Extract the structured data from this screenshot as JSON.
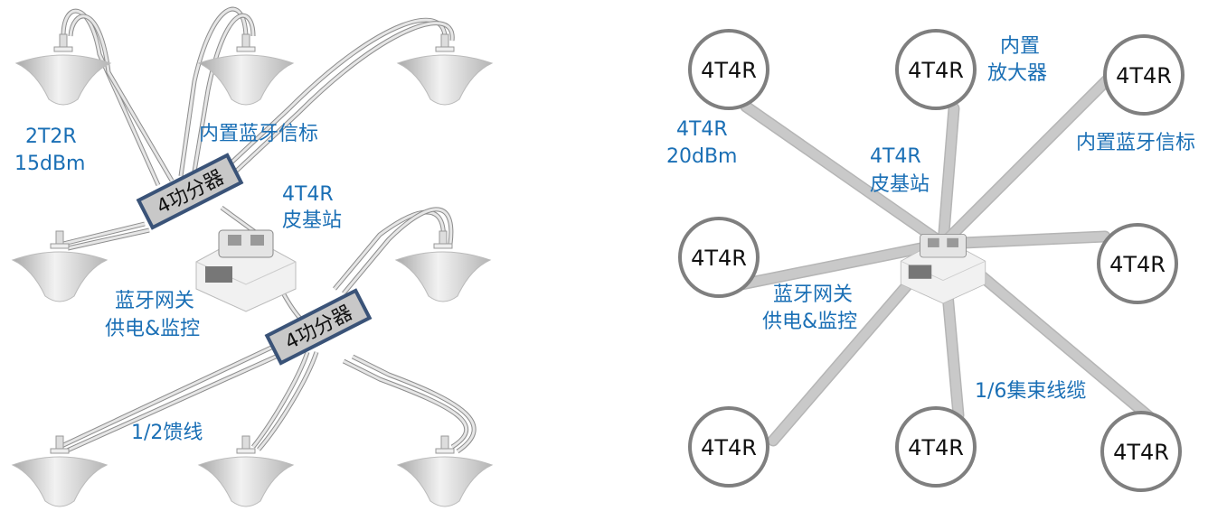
{
  "left": {
    "splitter_label": "4功分器",
    "labels": {
      "mimo_2t2r": "2T2R",
      "power_15": "15dBm",
      "beacon": "内置蓝牙信标",
      "base_4t4r": "4T4R",
      "base_name": "皮基站",
      "gateway": "蓝牙网关",
      "power_monitor": "供电&监控",
      "feeder": "1/2馈线"
    }
  },
  "right": {
    "node_label": "4T4R",
    "labels": {
      "builtin": "内置",
      "amplifier": "放大器",
      "node_4t4r": "4T4R",
      "power_20": "20dBm",
      "base_4t4r": "4T4R",
      "base_name": "皮基站",
      "beacon": "内置蓝牙信标",
      "gateway": "蓝牙网关",
      "power_monitor": "供电&监控",
      "cable": "1/6集束线缆"
    }
  },
  "colors": {
    "label": "#1a6fb5",
    "cable": "#c9c9c9",
    "splitter_fill": "#c8c8c8",
    "splitter_border": "#3a5378"
  }
}
